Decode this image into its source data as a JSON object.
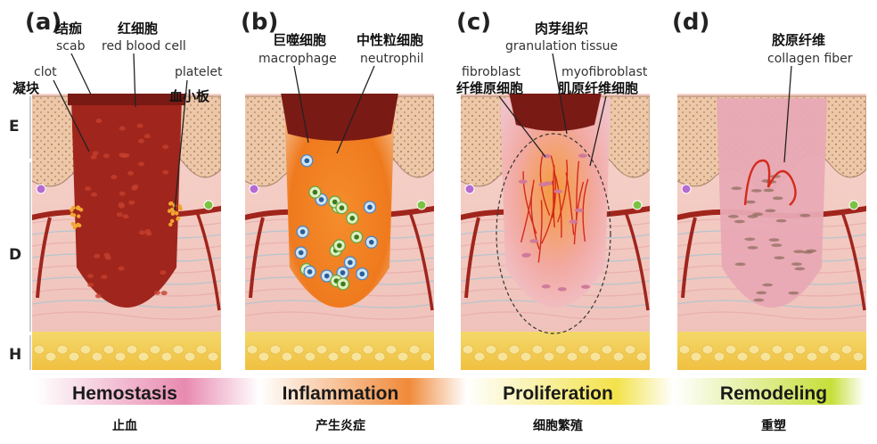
{
  "layers": [
    "E",
    "D",
    "H"
  ],
  "panels": [
    {
      "letter": "(a)",
      "labels": [
        {
          "zh": "结痂",
          "en": "scab"
        },
        {
          "zh": "红细胞",
          "en": "red blood cell"
        },
        {
          "zh": "凝块",
          "en": "clot"
        },
        {
          "zh": "血小板",
          "en": "platelet"
        }
      ]
    },
    {
      "letter": "(b)",
      "labels": [
        {
          "zh": "巨噬细胞",
          "en": "macrophage"
        },
        {
          "zh": "中性粒细胞",
          "en": "neutrophil"
        }
      ]
    },
    {
      "letter": "(c)",
      "labels": [
        {
          "zh": "肉芽组织",
          "en": "granulation tissue"
        },
        {
          "zh": "纤维原细胞",
          "en": "fibroblast"
        },
        {
          "zh": "肌原纤维细胞",
          "en": "myofibroblast"
        }
      ]
    },
    {
      "letter": "(d)",
      "labels": [
        {
          "zh": "胶原纤维",
          "en": "collagen fiber"
        }
      ]
    }
  ],
  "stages": [
    {
      "en": "Hemostasis",
      "zh": "止血"
    },
    {
      "en": "Inflammation",
      "zh": "产生炎症"
    },
    {
      "en": "Proliferation",
      "zh": "细胞繁殖"
    },
    {
      "en": "Remodeling",
      "zh": "重塑"
    }
  ],
  "colors": {
    "hemostasis": "#e88ab0",
    "inflammation": "#f08a3a",
    "proliferation": "#f3e24a",
    "remodeling": "#c7df3a",
    "blood": "#a0251c",
    "skin": "#f3c7c0"
  }
}
